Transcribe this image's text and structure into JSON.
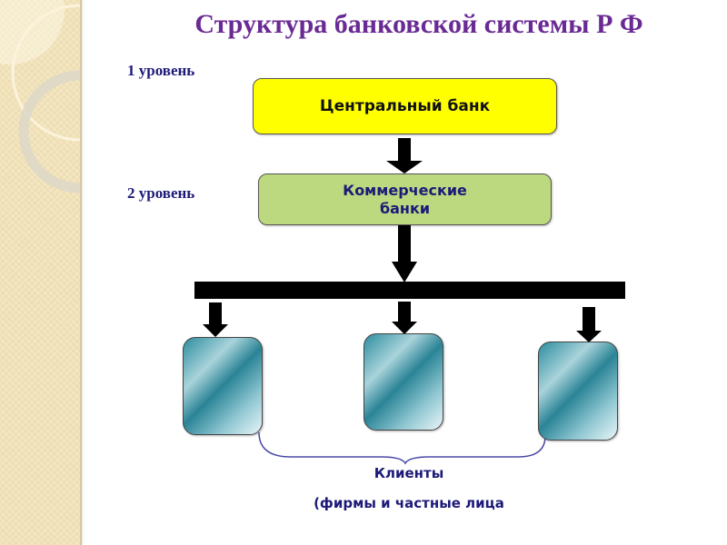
{
  "slide": {
    "title": "Структура банковской системы Р Ф",
    "colors": {
      "title": "#6a2a94",
      "level_text": "#1d1a78",
      "central_bank_fill": "#ffff00",
      "commercial_banks_fill": "#bcd97f",
      "client_fill": "#2d8ea0",
      "side_strip": "#f1e2b8"
    }
  },
  "levels": [
    {
      "label": "1 уровень"
    },
    {
      "label": "2 уровень"
    }
  ],
  "nodes": {
    "central_bank": "Центральный банк",
    "commercial_banks_line1": "Коммерческие",
    "commercial_banks_line2": "банки"
  },
  "clients": {
    "count": 3,
    "label": "Клиенты",
    "sublabel": "(фирмы и частные лица"
  },
  "icons": {
    "arrow": "down-arrow-icon",
    "brace": "curly-brace-icon"
  }
}
